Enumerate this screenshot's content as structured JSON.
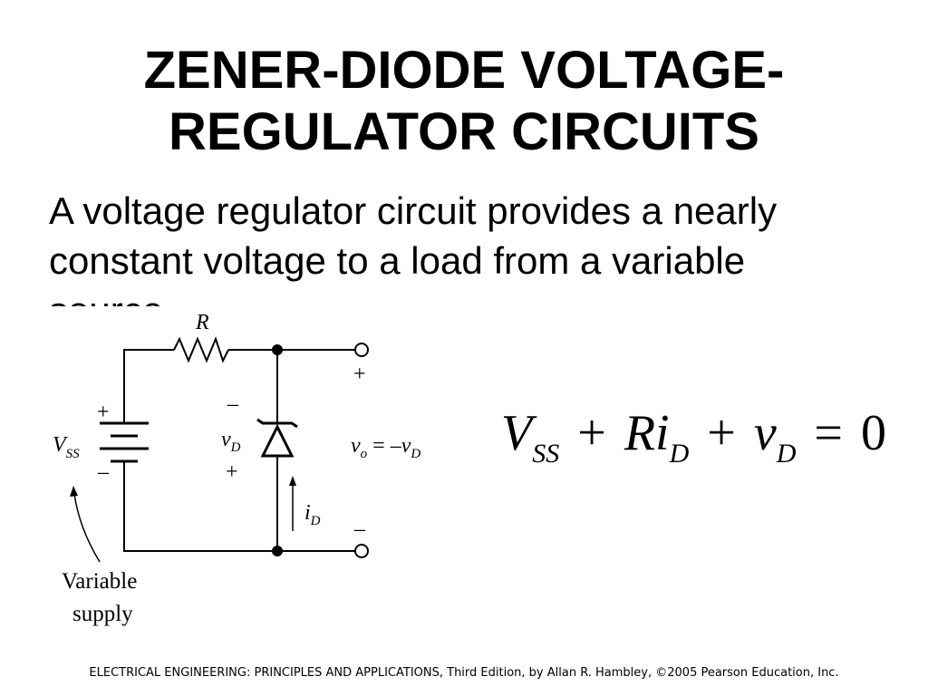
{
  "title": {
    "line1": "ZENER-DIODE VOLTAGE-",
    "line2": "REGULATOR CIRCUITS"
  },
  "body": {
    "line1": "A voltage regulator circuit provides a nearly",
    "line2": "constant voltage to a load from a variable",
    "line3": "source."
  },
  "circuit": {
    "resistor_label": "R",
    "source_plus": "+",
    "source_minus": "–",
    "source_label": "V",
    "source_sub": "SS",
    "diode_minus": "–",
    "diode_plus": "+",
    "diode_label": "v",
    "diode_sub": "D",
    "current_label": "i",
    "current_sub": "D",
    "output_plus": "+",
    "output_minus": "–",
    "output_label": "v",
    "output_sub": "o",
    "output_eq": " = –",
    "output_rhs": "v",
    "output_rhs_sub": "D",
    "supply_line1": "Variable",
    "supply_line2": "supply"
  },
  "equation": {
    "v": "V",
    "v_sub": "SS",
    "plus1": "+",
    "ri": "Ri",
    "ri_sub": "D",
    "plus2": "+",
    "vd": "v",
    "vd_sub": "D",
    "eq": "=",
    "zero": "0"
  },
  "footer": "ELECTRICAL ENGINEERING: PRINCIPLES AND APPLICATIONS, Third Edition, by Allan R. Hambley, ©2005 Pearson Education, Inc."
}
